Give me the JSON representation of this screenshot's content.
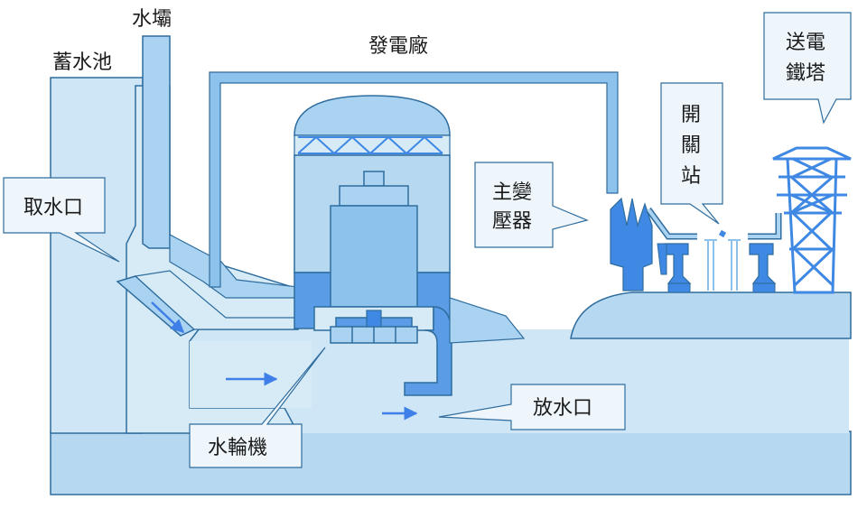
{
  "labels": {
    "reservoir": "蓄水池",
    "surge_tank": "水壩",
    "power_house": "發電廠",
    "intake": "取水口",
    "main_transformer": [
      "主變",
      "壓器"
    ],
    "switchyard": [
      "開",
      "關",
      "站"
    ],
    "transmission_tower": [
      "送電",
      "鐵塔"
    ],
    "turbine": "水輪機",
    "outlet": "放水口"
  },
  "colors": {
    "outline": "#2f6d9e",
    "pale_blue": "#d7ebf7",
    "light_blue": "#a9d3f0",
    "mid_blue": "#7cb8e8",
    "deep_blue": "#3f88e3",
    "ground": "#b6d9f1",
    "tower_blue": "#3f88e3"
  }
}
